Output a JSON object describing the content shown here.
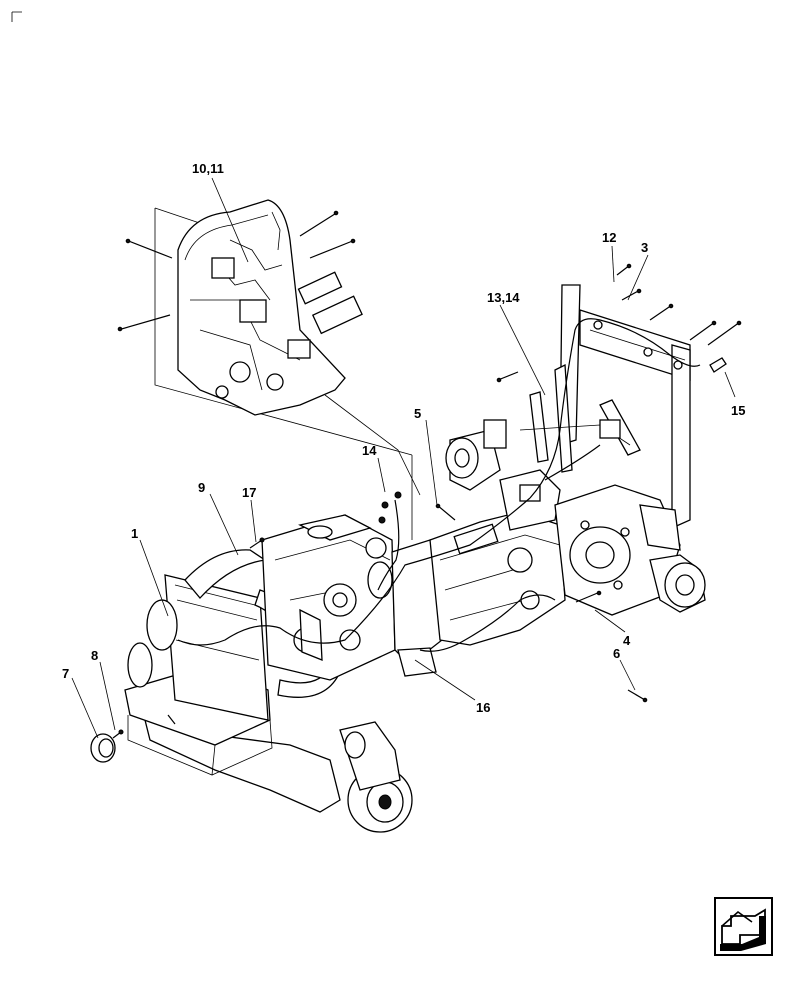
{
  "diagram": {
    "callouts": {
      "c1": "1",
      "c3": "3",
      "c4": "4",
      "c5": "5",
      "c6": "6",
      "c7": "7",
      "c8": "8",
      "c9": "9",
      "c10_11": "10,11",
      "c12": "12",
      "c13_14": "13,14",
      "c14": "14",
      "c15": "15",
      "c16": "16",
      "c17": "17"
    }
  },
  "navigation": {
    "next_icon": "arrow-left-down-icon"
  }
}
